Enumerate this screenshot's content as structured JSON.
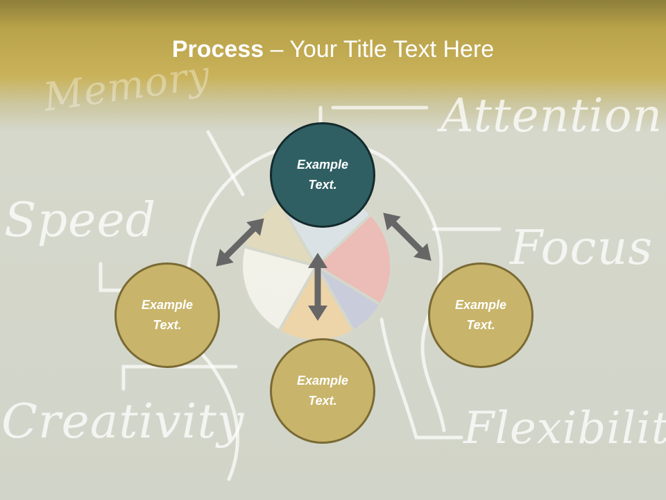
{
  "slide": {
    "title_bold": "Process",
    "title_rest": " – Your Title Text Here",
    "background_words": {
      "attention": "Attention",
      "speed": "Speed",
      "focus": "Focus",
      "creativity": "Creativity",
      "flexibility": "Flexibility",
      "memory": "Memory"
    },
    "nodes": {
      "top": {
        "line1": "Example",
        "line2": "Text."
      },
      "left": {
        "line1": "Example",
        "line2": "Text."
      },
      "right": {
        "line1": "Example",
        "line2": "Text."
      },
      "bottom": {
        "line1": "Example",
        "line2": "Text."
      }
    },
    "colors": {
      "gold_fill": "#c8b46a",
      "gold_border": "#7a6a34",
      "teal_fill": "#2f5f63",
      "arrow": "#666666"
    }
  }
}
